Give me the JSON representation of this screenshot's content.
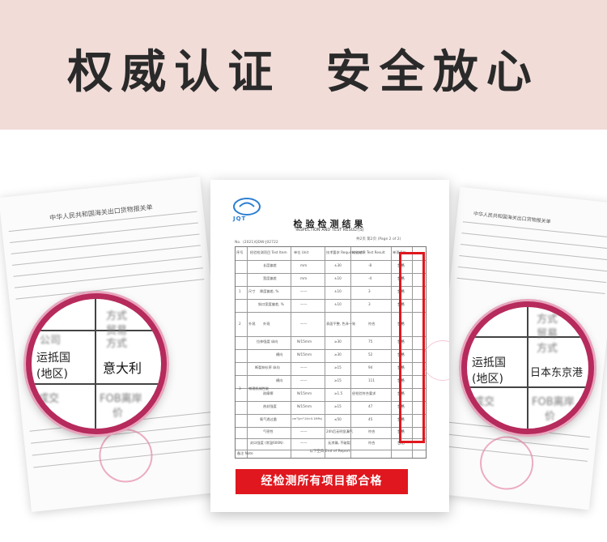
{
  "banner": {
    "title": "权威认证  安全放心"
  },
  "left_doc": {
    "header": "中华人民共和国海关出口货物报关单",
    "lens": {
      "label_country": "运抵国",
      "label_region": "(地区)",
      "value_country": "意大利",
      "blur_row1": "方式",
      "blur_row2": "贸易",
      "blur_row3": "方式",
      "blur_company": "公司",
      "blur_fob": "FOB离岸",
      "blur_deal": "成交",
      "blur_price": "价"
    }
  },
  "right_doc": {
    "header": "中华人民共和国海关出口货物报关单",
    "lens": {
      "label_country": "运抵国",
      "label_region": "(地区)",
      "value_country": "日本东京港",
      "blur_row1": "方式",
      "blur_row2": "贸易",
      "blur_row3": "方式",
      "blur_fob": "FOB离岸",
      "blur_deal": "成交",
      "blur_price": "价"
    }
  },
  "center_doc": {
    "logo_text": "JQT",
    "title": "检验检测结果",
    "subtitle": "INSPECTION AND TEST RESULT(S)",
    "page_info": "共2页 第2页 (Page 2 of 2)",
    "report_no_label": "No.",
    "report_no": "(2021)QDW-J02722",
    "columns": [
      "序号",
      "检验检测项目 Test Item",
      "单位 Unit",
      "技术要求 Requirement",
      "检验结果 Test Result",
      "单项评价"
    ],
    "rows": [
      {
        "item": "长度偏差",
        "unit": "mm",
        "req": "±30",
        "result": "-8",
        "eval": "合格"
      },
      {
        "item": "宽度偏差",
        "unit": "mm",
        "req": "±10",
        "result": "-4",
        "eval": "合格"
      },
      {
        "item": "厚度偏差, %",
        "unit": "——",
        "req": "±10",
        "result": "3",
        "eval": "合格"
      },
      {
        "item": "斜口宽度偏差, %",
        "unit": "——",
        "req": "±10",
        "result": "3",
        "eval": "合格"
      },
      {
        "item": "外观",
        "unit": "——",
        "req": "表面平整, 色泽一致",
        "result": "符合",
        "eval": "合格"
      },
      {
        "item": "拉伸强度 纵向",
        "unit": "N/15mm",
        "req": "≥30",
        "result": "75",
        "eval": "合格"
      },
      {
        "item": "横向",
        "unit": "N/15mm",
        "req": "≥30",
        "result": "52",
        "eval": "合格"
      },
      {
        "item": "断裂伸长率 纵向",
        "unit": "——",
        "req": "≥15",
        "result": "94",
        "eval": "合格"
      },
      {
        "item": "横向",
        "unit": "——",
        "req": "≥15",
        "result": "111",
        "eval": "合格"
      },
      {
        "item": "耐摩擦",
        "unit": "N/15mm",
        "req": "≥1.5",
        "result": "经检验符合要求",
        "eval": "合格"
      },
      {
        "item": "热封强度",
        "unit": "N/15mm",
        "req": "≥15",
        "result": "47",
        "eval": "合格"
      },
      {
        "item": "氧气透过量",
        "unit": "cm³/(m²·24h·0.1MPa)",
        "req": "≤50",
        "result": "45",
        "eval": "合格"
      },
      {
        "item": "气密性",
        "unit": "——",
        "req": "24h后无明显漏气",
        "result": "符合",
        "eval": "合格"
      },
      {
        "item": "封口强度 (常温600N)",
        "unit": "——",
        "req": "无渗漏, 不破裂",
        "result": "符合",
        "eval": "合格"
      }
    ],
    "group_labels": [
      "尺寸",
      "外观",
      "物理机械性能"
    ],
    "group_numbers": [
      "1",
      "2",
      "3"
    ],
    "note_label": "备注 Note",
    "end_report": "以下空白 End of Report",
    "banner_text": "经检测所有项目都合格"
  }
}
